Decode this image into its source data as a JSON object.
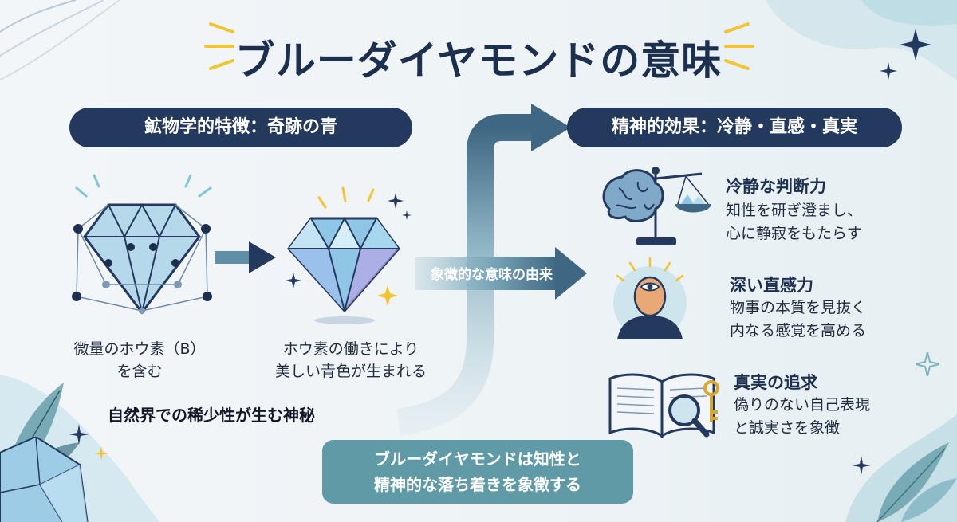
{
  "title": "ブルーダイヤモンドの意味",
  "left_section": {
    "header": "鉱物学的特徴：奇跡の青",
    "caption1_line1": "微量のホウ素（B）",
    "caption1_line2": "を含む",
    "caption2_line1": "ホウ素の働きにより",
    "caption2_line2": "美しい青色が生まれる",
    "rarity": "自然界での稀少性が生む神秘"
  },
  "connector_label": "象徴的な意味の由来",
  "right_section": {
    "header": "精神的効果：冷静・直感・真実",
    "items": [
      {
        "icon": "brain-scale-icon",
        "heading": "冷静な判断力",
        "line1": "知性を研ぎ澄まし、",
        "line2": "心に静寂をもたらす"
      },
      {
        "icon": "third-eye-person-icon",
        "heading": "深い直感力",
        "line1": "物事の本質を見抜く",
        "line2": "内なる感覚を高める"
      },
      {
        "icon": "book-magnifier-key-icon",
        "heading": "真実の追求",
        "line1": "偽りのない自己表現",
        "line2": "と誠実さを象徴"
      }
    ]
  },
  "summary": {
    "line1": "ブルーダイヤモンドは知性と",
    "line2": "精神的な落ち着きを象徴する"
  },
  "colors": {
    "navy": "#24395e",
    "teal": "#5f9aa6",
    "diamond_blue": "#8fc6e6",
    "accent_gold": "#f2c431"
  }
}
